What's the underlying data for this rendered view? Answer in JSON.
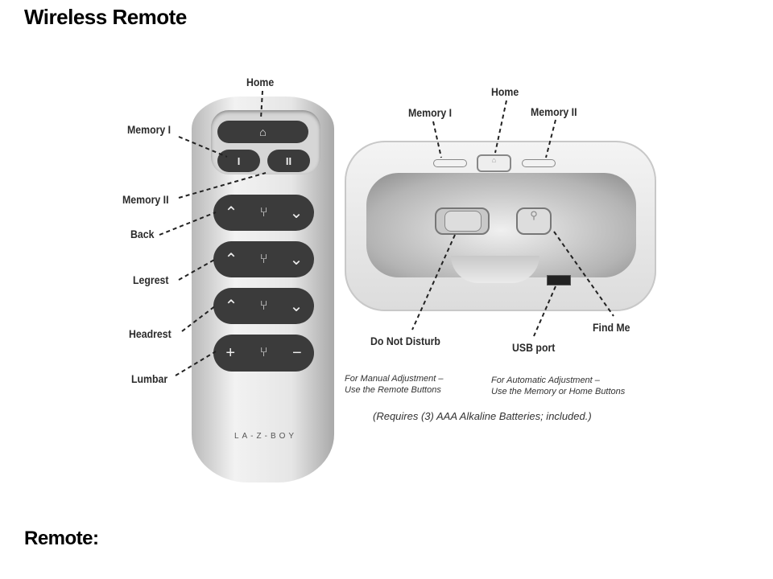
{
  "heading": "Wireless Remote",
  "subheading": "Remote:",
  "remote": {
    "labels": {
      "home": "Home",
      "memory1": "Memory I",
      "memory2": "Memory II",
      "back": "Back",
      "legrest": "Legrest",
      "headrest": "Headrest",
      "lumbar": "Lumbar"
    },
    "buttons": {
      "home_icon": "⌂",
      "memory1": "I",
      "memory2": "II",
      "up": "^",
      "down": "v",
      "plus": "+",
      "minus": "−"
    },
    "brand": "LA-Z-BOY"
  },
  "dock": {
    "labels": {
      "home": "Home",
      "memory1": "Memory I",
      "memory2": "Memory II",
      "dnd": "Do Not Disturb",
      "usb": "USB port",
      "findme": "Find Me"
    },
    "note_manual": "For Manual Adjustment – Use the Remote Buttons",
    "note_manual_1": "For Manual Adjustment –",
    "note_manual_2": "Use the Remote Buttons",
    "note_auto_1": "For Automatic Adjustment –",
    "note_auto_2": "Use the Memory or Home Buttons",
    "batteries": "(Requires (3) AAA Alkaline Batteries; included.)"
  }
}
